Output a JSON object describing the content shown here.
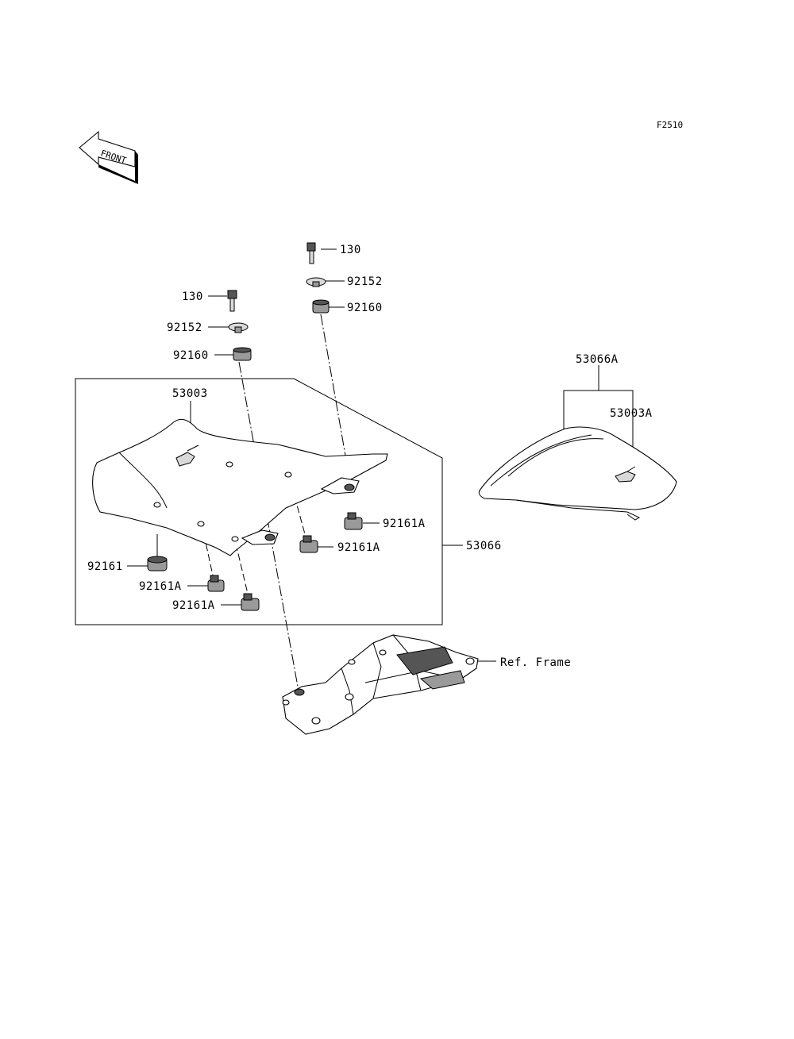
{
  "figure_code": "F2510",
  "front_arrow_text": "FRONT",
  "labels": {
    "bolt_right": "130",
    "washer_right": "92152",
    "damper_right": "92160",
    "bolt_left": "130",
    "washer_left": "92152",
    "damper_left": "92160",
    "seat_pad": "53003",
    "seat_assy_rear": "53066A",
    "seat_pad_rear": "53003A",
    "damper_a_right": "92161A",
    "damper_a_center": "92161A",
    "seat_assy": "53066",
    "damper_front": "92161",
    "damper_a_left1": "92161A",
    "damper_a_left2": "92161A",
    "ref_frame": "Ref. Frame"
  }
}
